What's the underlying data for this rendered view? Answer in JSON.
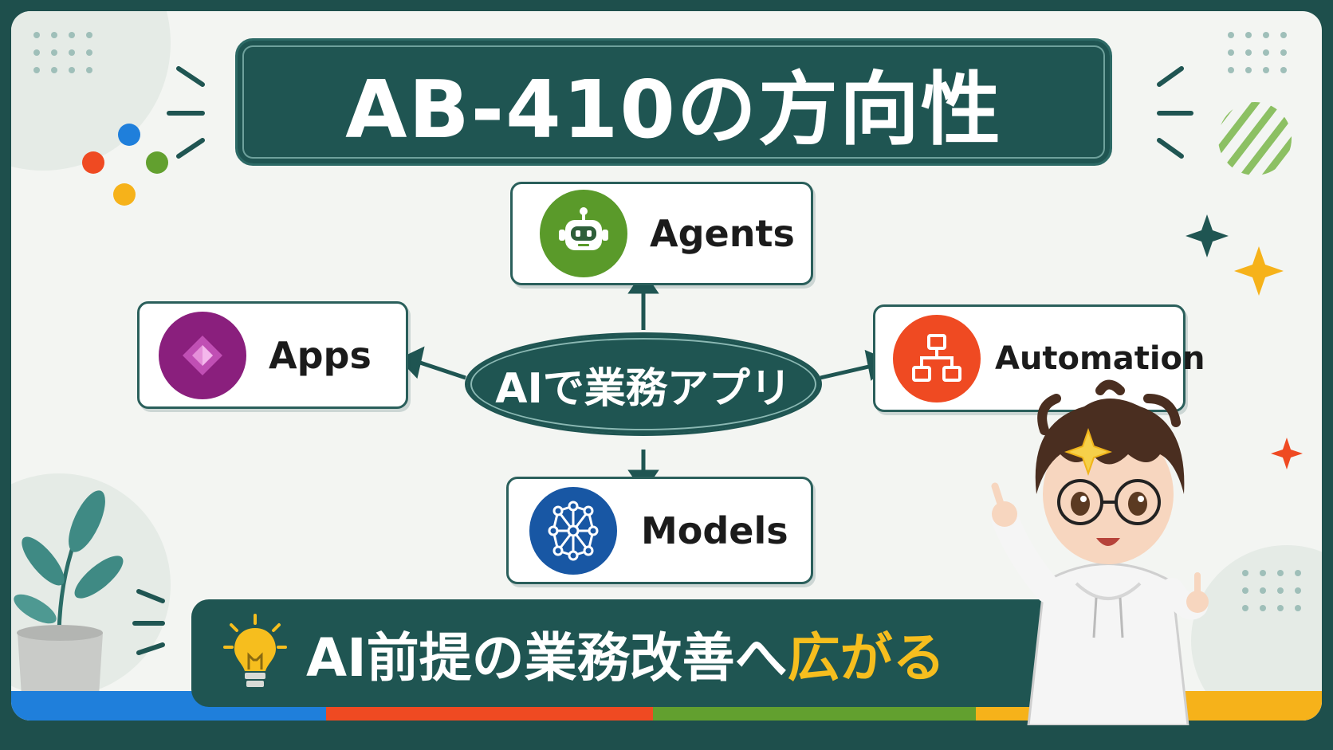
{
  "title": "AB-410の方向性",
  "hub": {
    "label": "AIで業務アプリ"
  },
  "nodes": {
    "agents": {
      "label": "Agents",
      "icon": "robot-icon",
      "color": "#5a9a2a"
    },
    "apps": {
      "label": "Apps",
      "icon": "power-apps-icon",
      "color": "#8a1f7d"
    },
    "automation": {
      "label": "Automation",
      "icon": "flow-diagram-icon",
      "color": "#ef4a22"
    },
    "models": {
      "label": "Models",
      "icon": "neural-network-icon",
      "color": "#1857a4"
    }
  },
  "banner": {
    "text_main": "AI前提の業務改善へ",
    "text_highlight": "広がる",
    "icon": "lightbulb-icon"
  },
  "colors": {
    "frame": "#1e4f4c",
    "title_bg": "#1f5552",
    "stripe_blue": "#1f7fdb",
    "stripe_red": "#ef4a22",
    "stripe_green": "#62a02f",
    "stripe_yellow": "#f6b21a",
    "highlight": "#f6be1e"
  }
}
